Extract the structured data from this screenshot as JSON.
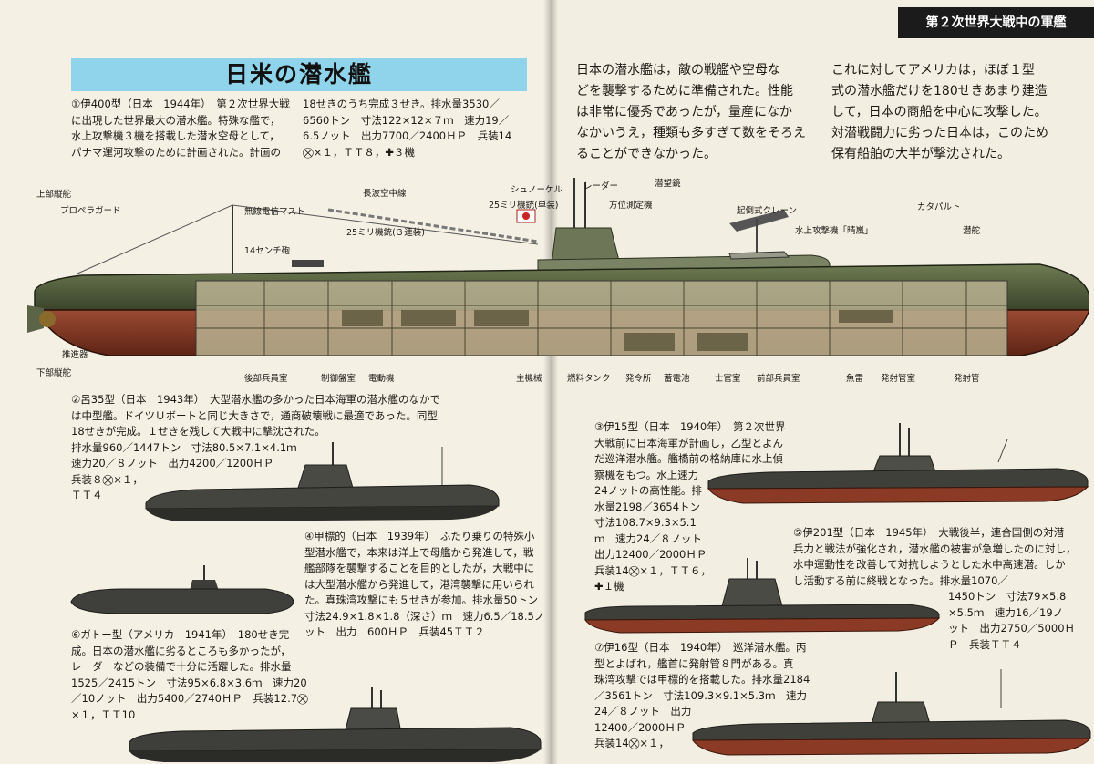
{
  "header": {
    "chapter": "第２次世界大戦中の軍艦",
    "title": "日米の潜水艦"
  },
  "intro": {
    "japan": [
      "日本の潜水艦は，敵の戦艦や空母な",
      "どを襲撃するために準備された。性能",
      "は非常に優秀であったが，量産になか",
      "なかいうえ，種類も多すぎて数をそろえ",
      "ることができなかった。"
    ],
    "america": [
      "これに対してアメリカは，ほぼ１型",
      "式の潜水艦だけを180せきあまり建造",
      "して，日本の商船を中心に攻撃した。",
      "対潜戦闘力に劣った日本は，このため",
      "保有船舶の大半が撃沈された。"
    ]
  },
  "i400": {
    "lines": [
      "①伊400型（日本　1944年）　第２次世界大戦",
      "に出現した世界最大の潜水艦。特殊な艦で，",
      "水上攻撃機３機を搭載した潜水空母として，",
      "パナマ運河攻撃のために計画された。計画の"
    ],
    "lines2": [
      "18せきのうち完成３せき。排水量3530／",
      "6560トン　寸法122×12×７ｍ　速力19／",
      "6.5ノット　出力7700／2400ＨＰ　兵装14",
      "⛒×１，ＴＴ８，✚３機"
    ]
  },
  "labels": {
    "top_rudder": "上部縦舵",
    "prop_guard": "プロペラガード",
    "radio_mast": "無線電信マスト",
    "longwave": "長波空中線",
    "snorkel": "シュノーケル",
    "mg25_single": "25ミリ機銃(単装)",
    "mg25_triple": "25ミリ機銃(３連装)",
    "gun14": "14センチ砲",
    "radar": "レーダー",
    "periscope": "潜望鏡",
    "rdf": "方位測定機",
    "crane": "起倒式クレーン",
    "aircraft": "水上攻撃機「晴嵐」",
    "catapult": "カタパルト",
    "dive_rudder": "潜舵",
    "bottom_rudder": "下部縦舵",
    "propeller": "推進器",
    "aft_crew": "後部兵員室",
    "control_room": "制御盤室",
    "motor": "電動機",
    "engine": "主機械",
    "fuel_tank": "燃料タンク",
    "command": "発令所",
    "battery": "蓄電池",
    "officers": "士官室",
    "fwd_crew": "前部兵員室",
    "torpedo": "魚雷",
    "fire_control": "発射管室",
    "tube": "発射管"
  },
  "ro35": {
    "lines": [
      "②呂35型（日本　1943年）　大型潜水艦の多かった日本海軍の潜水艦のなかで",
      "は中型艦。ドイツＵボートと同じ大きさで，通商破壊戦に最適であった。同型",
      "18せきが完成。１せきを残して大戦中に撃沈された。",
      "排水量960／1447トン　寸法80.5×7.1×4.1ｍ",
      "速力20／８ノット　出力4200／1200ＨＰ",
      "兵装８⛒×１，",
      "ＴＴ４"
    ]
  },
  "kohyoteki": {
    "lines": [
      "④甲標的（日本　1939年）　ふたり乗りの特殊小",
      "型潜水艦で，本来は洋上で母艦から発進して，戦",
      "艦部隊を襲撃することを目的としたが，大戦中に",
      "は大型潜水艦から発進して，港湾襲撃に用いられ",
      "た。真珠湾攻撃にも５せきが参加。排水量50トン",
      "寸法24.9×1.8×1.8（深さ）ｍ　速力6.5／18.5ノ",
      "ット　出力　600ＨＰ　兵装45ＴＴ２"
    ]
  },
  "gato": {
    "lines": [
      "⑥ガトー型（アメリカ　1941年）　180せき完",
      "成。日本の潜水艦に劣るところも多かったが，",
      "レーダーなどの装備で十分に活躍した。排水量",
      "1525／2415トン　寸法95×6.8×3.6ｍ　速力20",
      "／10ノット　出力5400／2740ＨＰ　兵装12.7⛒",
      "×１，ＴＴ10"
    ]
  },
  "i15": {
    "lines": [
      "③伊15型（日本　1940年）　第２次世界",
      "大戦前に日本海軍が計画し，乙型とよん",
      "だ巡洋潜水艦。艦橋前の格納庫に水上偵",
      "察機をもつ。水上速力",
      "24ノットの高性能。排",
      "水量2198／3654トン",
      "寸法108.7×9.3×5.1",
      "ｍ　速力24／８ノット",
      "出力12400／2000ＨＰ",
      "兵装14⛒×１，ＴＴ６，",
      "✚１機"
    ]
  },
  "i201": {
    "lines": [
      "⑤伊201型（日本　1945年）　大戦後半，連合国側の対潜",
      "兵力と戦法が強化され，潜水艦の被害が急増したのに対し，",
      "水中運動性を改善して対抗しようとした水中高速潜。しか",
      "し活動する前に終戦となった。排水量1070／"
    ],
    "lines2": [
      "1450トン　寸法79×5.8",
      "×5.5ｍ　速力16／19ノ",
      "ット　出力2750／5000Ｈ",
      "Ｐ　兵装ＴＴ４"
    ]
  },
  "i16": {
    "lines": [
      "⑦伊16型（日本　1940年）　巡洋潜水艦。丙",
      "型とよばれ，艦首に発射管８門がある。真",
      "珠湾攻撃では甲標的を搭載した。排水量2184",
      "／3561トン　寸法109.3×9.1×5.3ｍ　速力",
      "24／８ノット　出力",
      "12400／2000ＨＰ",
      "兵装14⛒×１，"
    ]
  },
  "colors": {
    "title_bg": "#8fd4ea",
    "hull_green": "#5b6a45",
    "hull_red": "#8b3a26",
    "hull_gray": "#3c3c3a"
  }
}
